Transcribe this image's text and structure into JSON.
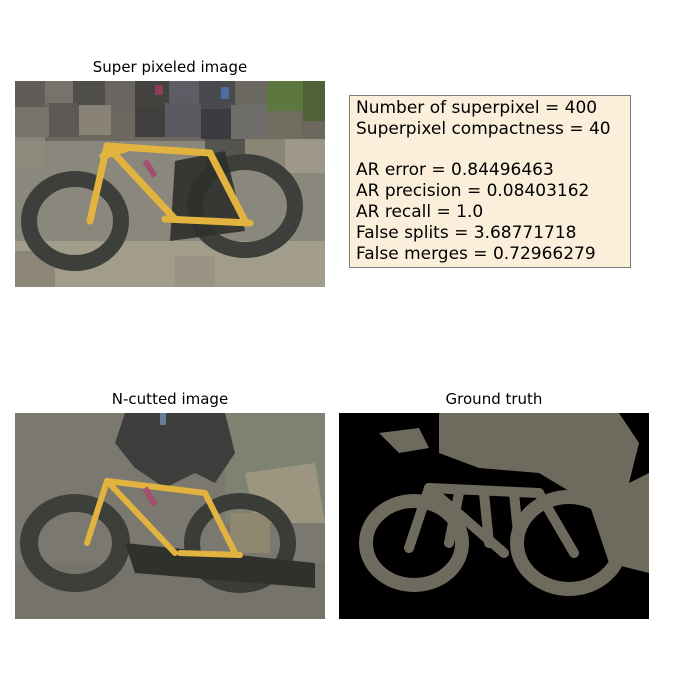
{
  "titles": {
    "superpixel": "Super pixeled image",
    "ncut": "N-cutted image",
    "ground_truth": "Ground truth"
  },
  "settings": {
    "num_superpixel": "Number of superpixel = 400",
    "compactness": "Superpixel compactness = 40"
  },
  "metrics": {
    "ar_error": "AR error = 0.84496463",
    "ar_precision": "AR precision = 0.08403162",
    "ar_recall": "AR recall = 1.0",
    "false_splits": "False splits = 3.68771718",
    "false_merges": "False merges = 0.72966279"
  },
  "colors": {
    "bike_frame": "#e2b43f",
    "wheel": "#3c3f3a",
    "gt_foreground": "#6e6a5e",
    "gt_background": "#000000",
    "box_background": "#fbefdb"
  }
}
